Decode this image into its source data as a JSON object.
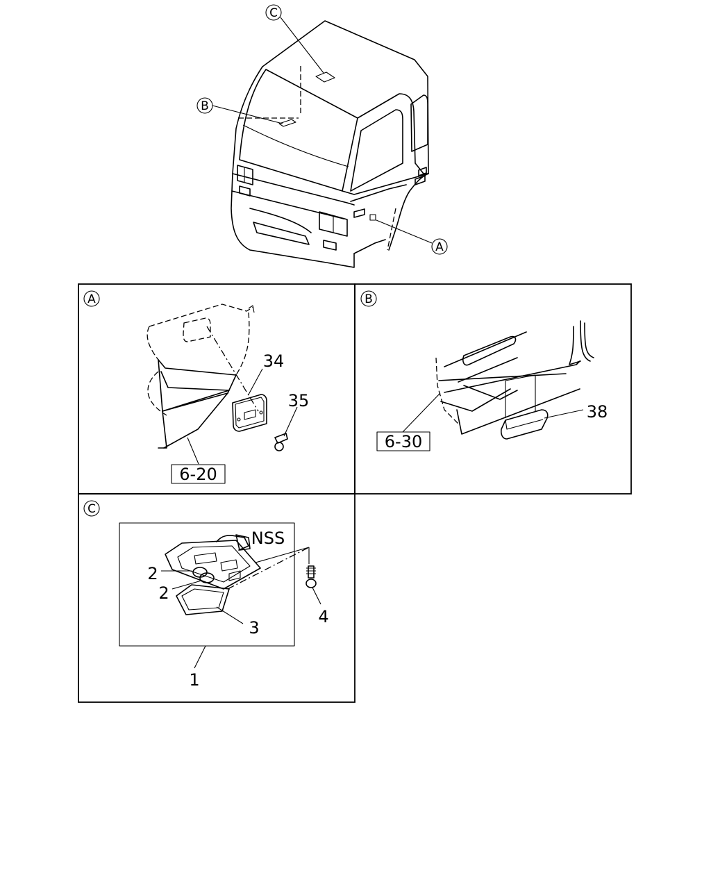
{
  "overview": {
    "callout_c": "C",
    "callout_b": "B",
    "callout_a": "A"
  },
  "panel_a": {
    "tag": "A",
    "part_34": "34",
    "part_35": "35",
    "ref_box": "6-20"
  },
  "panel_b": {
    "tag": "B",
    "part_38": "38",
    "ref_box": "6-30"
  },
  "panel_c": {
    "tag": "C",
    "label_nss": "NSS",
    "part_2a": "2",
    "part_2b": "2",
    "part_3": "3",
    "part_4": "4",
    "part_1": "1"
  }
}
